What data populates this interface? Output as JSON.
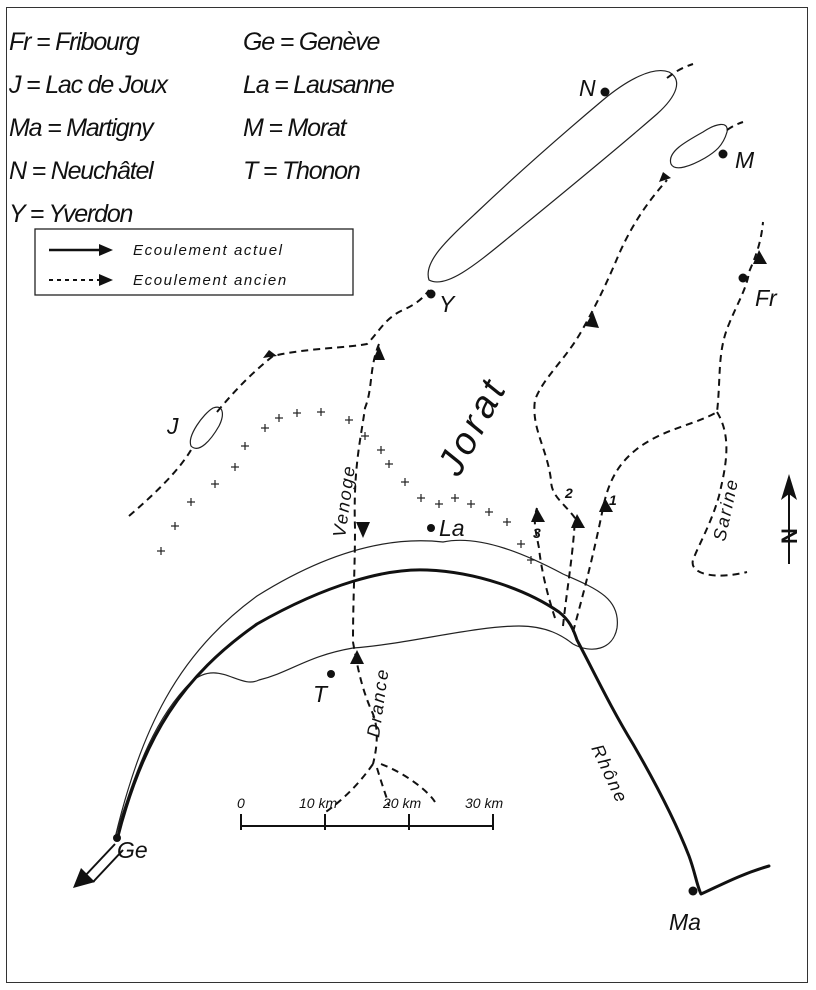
{
  "abbreviations": [
    {
      "text": "Fr = Fribourg"
    },
    {
      "text": "Ge = Genève"
    },
    {
      "text": "J = Lac de Joux"
    },
    {
      "text": "La = Lausanne"
    },
    {
      "text": "Ma = Martigny"
    },
    {
      "text": "M = Morat"
    },
    {
      "text": "N = Neuchâtel"
    },
    {
      "text": "T = Thonon"
    },
    {
      "text": "Y = Yverdon"
    }
  ],
  "legend": {
    "current": "Ecoulement actuel",
    "ancient": "Ecoulement ancien"
  },
  "places": {
    "N": "N",
    "M": "M",
    "Y": "Y",
    "Fr": "Fr",
    "J": "J",
    "La": "La",
    "T": "T",
    "Ge": "Ge",
    "Ma": "Ma"
  },
  "region_label": "Jorat",
  "rivers": {
    "venoge": "Venoge",
    "drance": "Drance",
    "rhone": "Rhône",
    "sarine": "Sarine"
  },
  "paleo_channels": [
    "1",
    "2",
    "3"
  ],
  "north_label": "N",
  "scale": {
    "ticks": [
      "0",
      "10 km",
      "20 km",
      "30 km"
    ]
  }
}
